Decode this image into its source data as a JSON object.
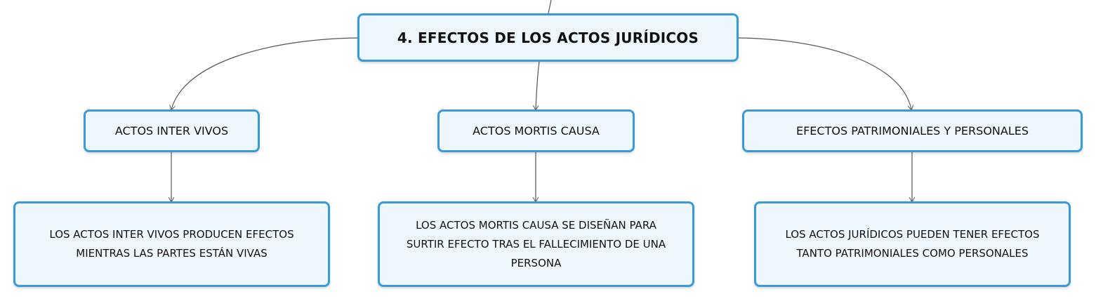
{
  "diagram": {
    "root": {
      "label": "4. EFECTOS DE LOS ACTOS JURÍDICOS"
    },
    "branches": [
      {
        "label": "ACTOS INTER VIVOS",
        "detail": "LOS ACTOS INTER VIVOS PRODUCEN EFECTOS MIENTRAS LAS PARTES ESTÁN VIVAS"
      },
      {
        "label": "ACTOS MORTIS CAUSA",
        "detail": "LOS ACTOS MORTIS CAUSA SE DISEÑAN PARA SURTIR EFECTO TRAS EL FALLECIMIENTO DE UNA PERSONA"
      },
      {
        "label": "EFECTOS PATRIMONIALES Y PERSONALES",
        "detail": "LOS ACTOS JURÍDICOS PUEDEN TENER EFECTOS TANTO PATRIMONIALES COMO PERSONALES"
      }
    ]
  },
  "colors": {
    "node_border": "#3a9ad9",
    "node_fill": "#eef7fd",
    "connector": "#555555",
    "text": "#111111"
  }
}
